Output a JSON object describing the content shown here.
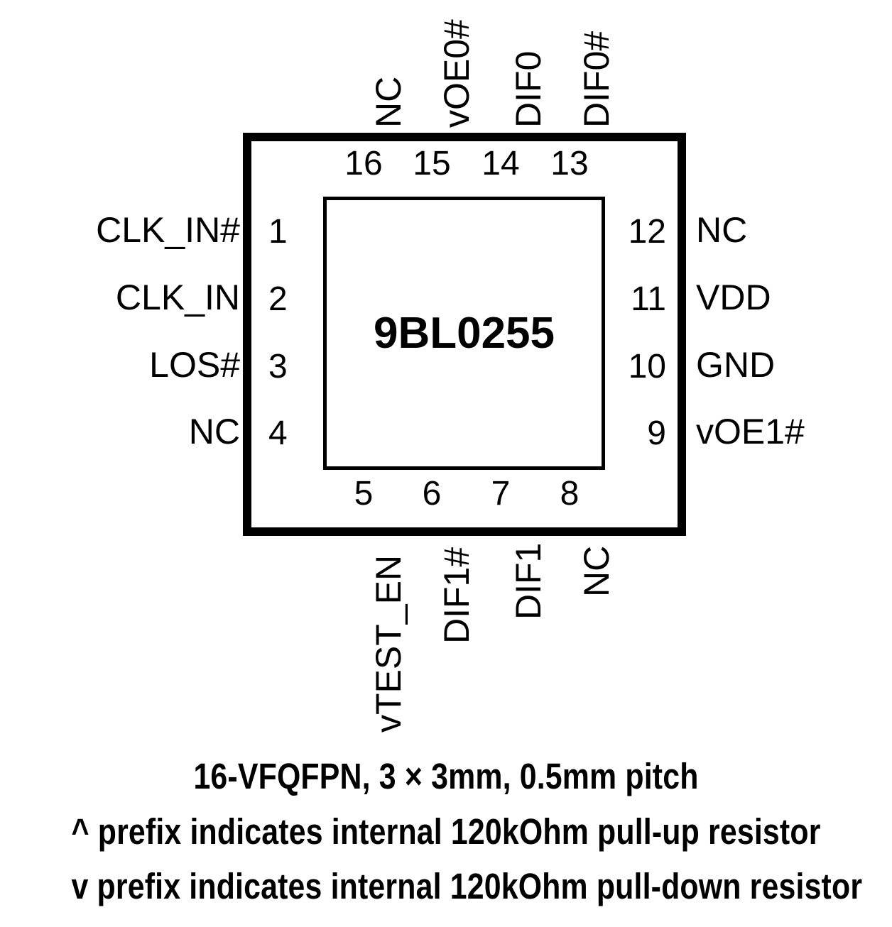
{
  "diagram": {
    "type": "ic-pinout",
    "part_number": "9BL0255",
    "package": "16-VFQFPN",
    "pin_count": 16,
    "colors": {
      "ink": "#000000",
      "background": "#ffffff"
    },
    "pins": {
      "left": [
        {
          "number": "1",
          "label": "CLK_IN#"
        },
        {
          "number": "2",
          "label": "CLK_IN"
        },
        {
          "number": "3",
          "label": "LOS#"
        },
        {
          "number": "4",
          "label": "NC"
        }
      ],
      "bottom": [
        {
          "number": "5",
          "label": "vTEST_EN"
        },
        {
          "number": "6",
          "label": "DIF1#"
        },
        {
          "number": "7",
          "label": "DIF1"
        },
        {
          "number": "8",
          "label": "NC"
        }
      ],
      "right": [
        {
          "number": "12",
          "label": "NC"
        },
        {
          "number": "11",
          "label": "VDD"
        },
        {
          "number": "10",
          "label": "GND"
        },
        {
          "number": "9",
          "label": "vOE1#"
        }
      ],
      "top": [
        {
          "number": "16",
          "label": "NC"
        },
        {
          "number": "15",
          "label": "vOE0#"
        },
        {
          "number": "14",
          "label": "DIF0"
        },
        {
          "number": "13",
          "label": "DIF0#"
        }
      ]
    },
    "caption": {
      "line1": "16-VFQFPN, 3 × 3mm, 0.5mm pitch",
      "line2": "^ prefix indicates internal 120kOhm pull-up resistor",
      "line3": "v prefix indicates internal 120kOhm pull-down resistor"
    }
  }
}
